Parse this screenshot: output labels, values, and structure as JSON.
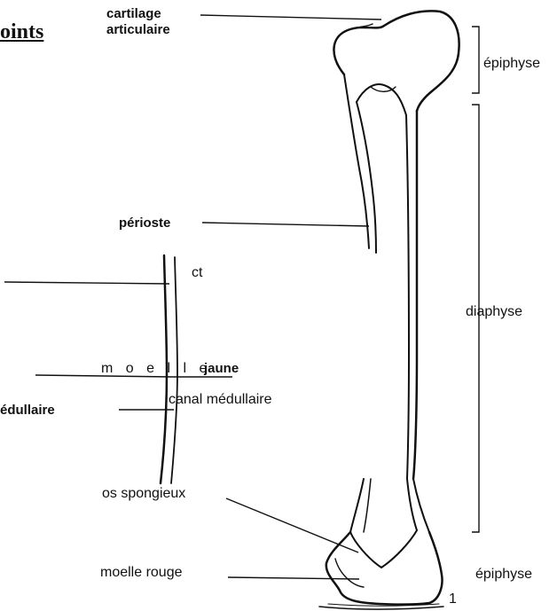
{
  "title_fragment": "oints",
  "labels": {
    "cartilage_line1": "cartilage",
    "cartilage_line2": "articulaire",
    "epiphyse_top": "épiphyse",
    "diaphyse": "diaphyse",
    "perioste": "périoste",
    "ct": "ct",
    "moelle": "m o e l l e",
    "jaune": "jaune",
    "medullaire_fragment": "édullaire",
    "canal_medullaire": "canal médullaire",
    "os_spongieux": "os spongieux",
    "moelle_rouge": "moelle rouge",
    "epiphyse_bottom": "épiphyse",
    "page_number": "1"
  }
}
